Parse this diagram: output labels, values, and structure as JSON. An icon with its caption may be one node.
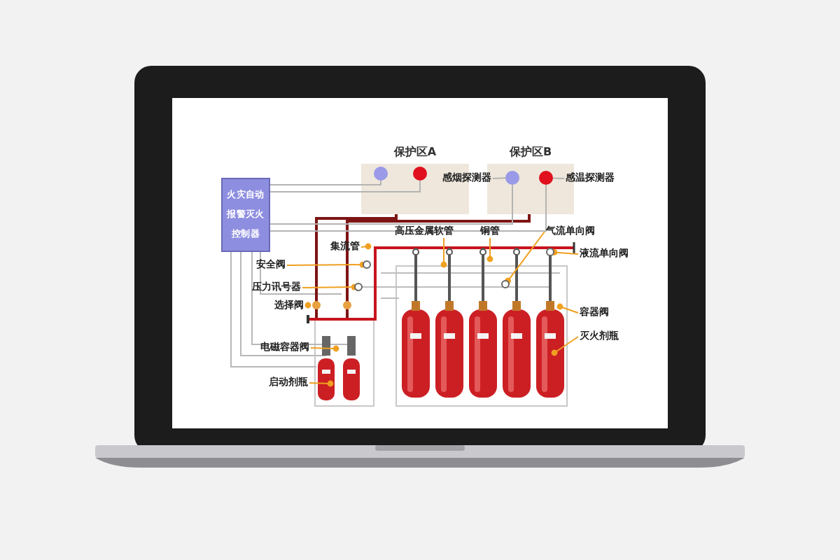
{
  "diagram": {
    "nodes": [
      {
        "text": [
          "火灾自动报警灭火控制器"
        ]
      },
      {
        "text": [
          "保护区A"
        ]
      },
      {
        "text": [],
        "shape": "circle",
        "in": 1
      },
      {
        "text": [],
        "shape": "circle",
        "in": 1
      },
      {
        "text": [
          "保护区B"
        ]
      },
      {
        "text": [],
        "shape": "circle",
        "in": 4
      },
      {
        "text": [],
        "shape": "circle",
        "in": 4
      },
      {
        "text": [
          "感烟探测器"
        ]
      },
      {
        "text": [
          "感温探测器"
        ]
      },
      {
        "text": [
          "集流管"
        ]
      },
      {
        "text": [
          "高压金属软管"
        ]
      },
      {
        "text": [
          "铜管"
        ]
      },
      {
        "text": [
          "气流单向阀"
        ]
      },
      {
        "text": [
          "液流单向阀"
        ]
      },
      {
        "text": [
          "安全阀"
        ]
      },
      {
        "text": [
          "压力讯号器"
        ]
      },
      {
        "text": [
          "选择阀"
        ]
      },
      {
        "text": [
          "容器阀"
        ]
      },
      {
        "text": [
          "灭火剂瓶"
        ]
      },
      {
        "text": [
          "电磁容器阀"
        ]
      },
      {
        "text": [
          "启动剂瓶"
        ]
      },
      {
        "text": [],
        "shape": "circle"
      },
      {
        "text": [],
        "shape": "circle"
      },
      {
        "text": [],
        "shape": "circle"
      },
      {
        "text": [],
        "shape": "circle"
      }
    ],
    "edges": [
      {
        "from": 0,
        "to": 2,
        "arrow": "none",
        "color": "#b4b4b4"
      },
      {
        "from": 0,
        "to": 3,
        "arrow": "none",
        "color": "#b4b4b4"
      },
      {
        "from": 0,
        "to": 5,
        "arrow": "none",
        "color": "#b4b4b4"
      },
      {
        "from": 0,
        "to": 6,
        "arrow": "none",
        "color": "#b4b4b4"
      },
      {
        "from": 7,
        "to": 5,
        "arrow": "none",
        "color": "#b4b4b4"
      },
      {
        "from": 8,
        "to": 6,
        "arrow": "none",
        "color": "#b4b4b4"
      },
      {
        "from": 9,
        "to": null,
        "arrow": "other"
      },
      {
        "from": 10,
        "to": null,
        "arrow": "other"
      },
      {
        "from": 11,
        "to": null,
        "arrow": "other"
      },
      {
        "from": 12,
        "to": 21,
        "arrow": "other"
      },
      {
        "from": 13,
        "to": 22,
        "arrow": "other"
      },
      {
        "from": 14,
        "to": 23,
        "arrow": "other"
      },
      {
        "from": 15,
        "to": 24,
        "arrow": "other"
      },
      {
        "from": 16,
        "to": null,
        "arrow": "other"
      },
      {
        "from": 17,
        "to": null,
        "arrow": "other"
      },
      {
        "from": 18,
        "to": null,
        "arrow": "other"
      },
      {
        "from": 19,
        "to": null,
        "arrow": "other"
      },
      {
        "from": 20,
        "to": null,
        "arrow": "other"
      }
    ]
  }
}
